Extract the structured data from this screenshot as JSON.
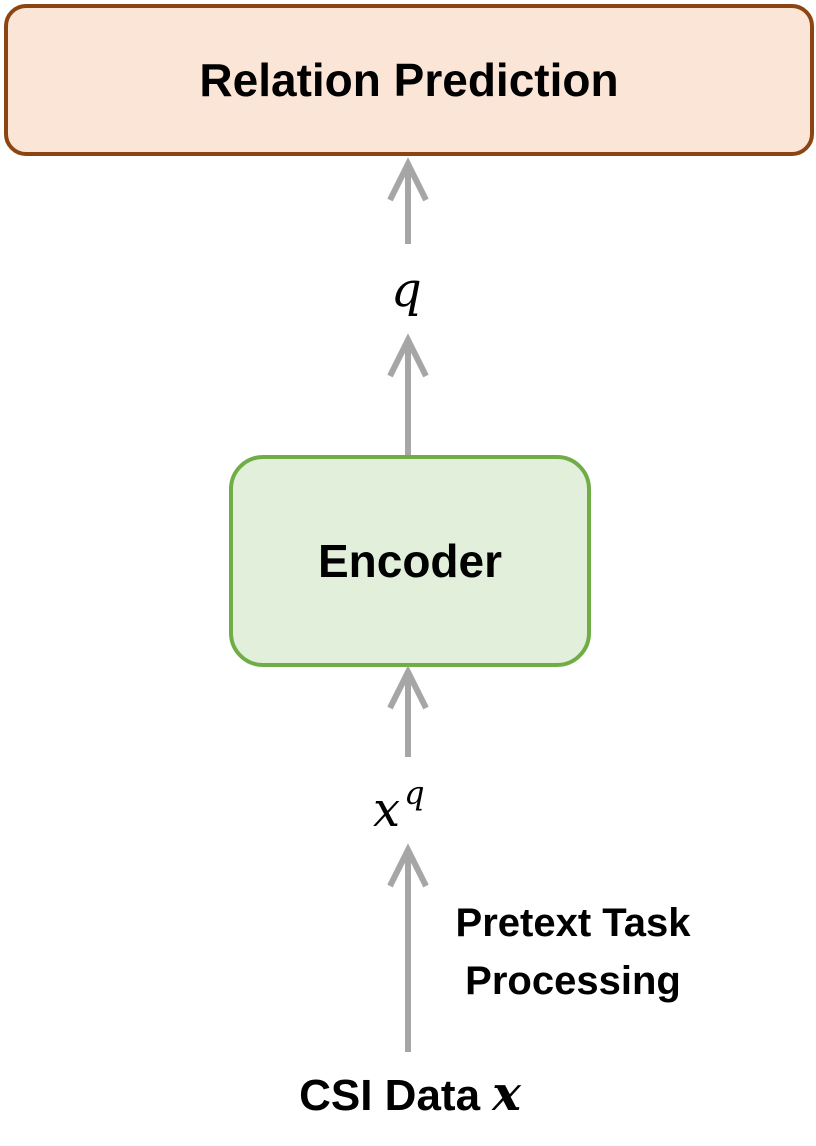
{
  "nodes": {
    "relation_prediction": "Relation Prediction",
    "encoder": "Encoder"
  },
  "labels": {
    "q": "q",
    "x": "x",
    "x_superscript": "q",
    "pretext_line1": "Pretext Task",
    "pretext_line2": "Processing",
    "csi_text": "CSI Data",
    "csi_var": "x"
  },
  "colors": {
    "relation_fill": "#fbe5d6",
    "relation_border": "#8b4513",
    "encoder_fill": "#e2efda",
    "encoder_border": "#70ad47",
    "arrow": "#a6a6a6"
  }
}
